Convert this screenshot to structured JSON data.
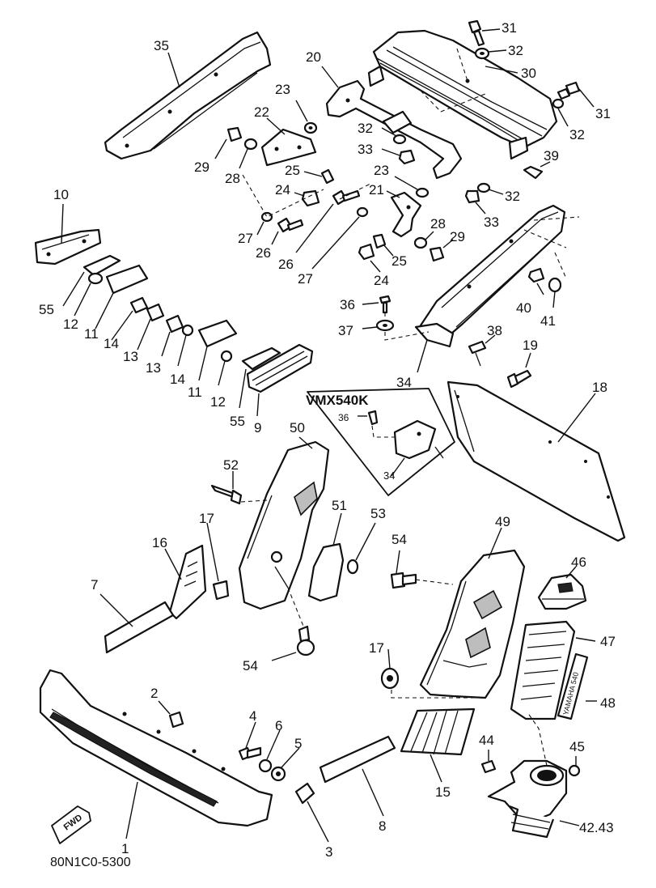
{
  "diagram_code": "80N1C0-5300",
  "variant_label": "VMX540K",
  "fwd_label": "FWD",
  "decal_48_text": "YAMAHA 540",
  "callouts": {
    "p1": "1",
    "p2": "2",
    "p3": "3",
    "p4": "4",
    "p5": "5",
    "p6": "6",
    "p7": "7",
    "p8": "8",
    "p9": "9",
    "p10": "10",
    "p11a": "11",
    "p11b": "11",
    "p12a": "12",
    "p12b": "12",
    "p13a": "13",
    "p13b": "13",
    "p14a": "14",
    "p14b": "14",
    "p15": "15",
    "p16": "16",
    "p17a": "17",
    "p17b": "17",
    "p18": "18",
    "p19": "19",
    "p20": "20",
    "p21": "21",
    "p22": "22",
    "p23a": "23",
    "p23b": "23",
    "p24a": "24",
    "p24b": "24",
    "p25a": "25",
    "p25b": "25",
    "p26a": "26",
    "p26b": "26",
    "p27a": "27",
    "p27b": "27",
    "p28a": "28",
    "p28b": "28",
    "p29a": "29",
    "p29b": "29",
    "p30": "30",
    "p31a": "31",
    "p31b": "31",
    "p32a": "32",
    "p32b": "32",
    "p32c": "32",
    "p32d": "32",
    "p33a": "33",
    "p33b": "33",
    "p34a": "34",
    "p34b": "34",
    "p35": "35",
    "p36a": "36",
    "p36b": "36",
    "p37": "37",
    "p38": "38",
    "p39": "39",
    "p40": "40",
    "p41": "41",
    "p4243": "42.43",
    "p44": "44",
    "p45": "45",
    "p46": "46",
    "p47": "47",
    "p48": "48",
    "p49": "49",
    "p50": "50",
    "p51": "51",
    "p52": "52",
    "p53": "53",
    "p54a": "54",
    "p54b": "54",
    "p55a": "55",
    "p55b": "55"
  }
}
